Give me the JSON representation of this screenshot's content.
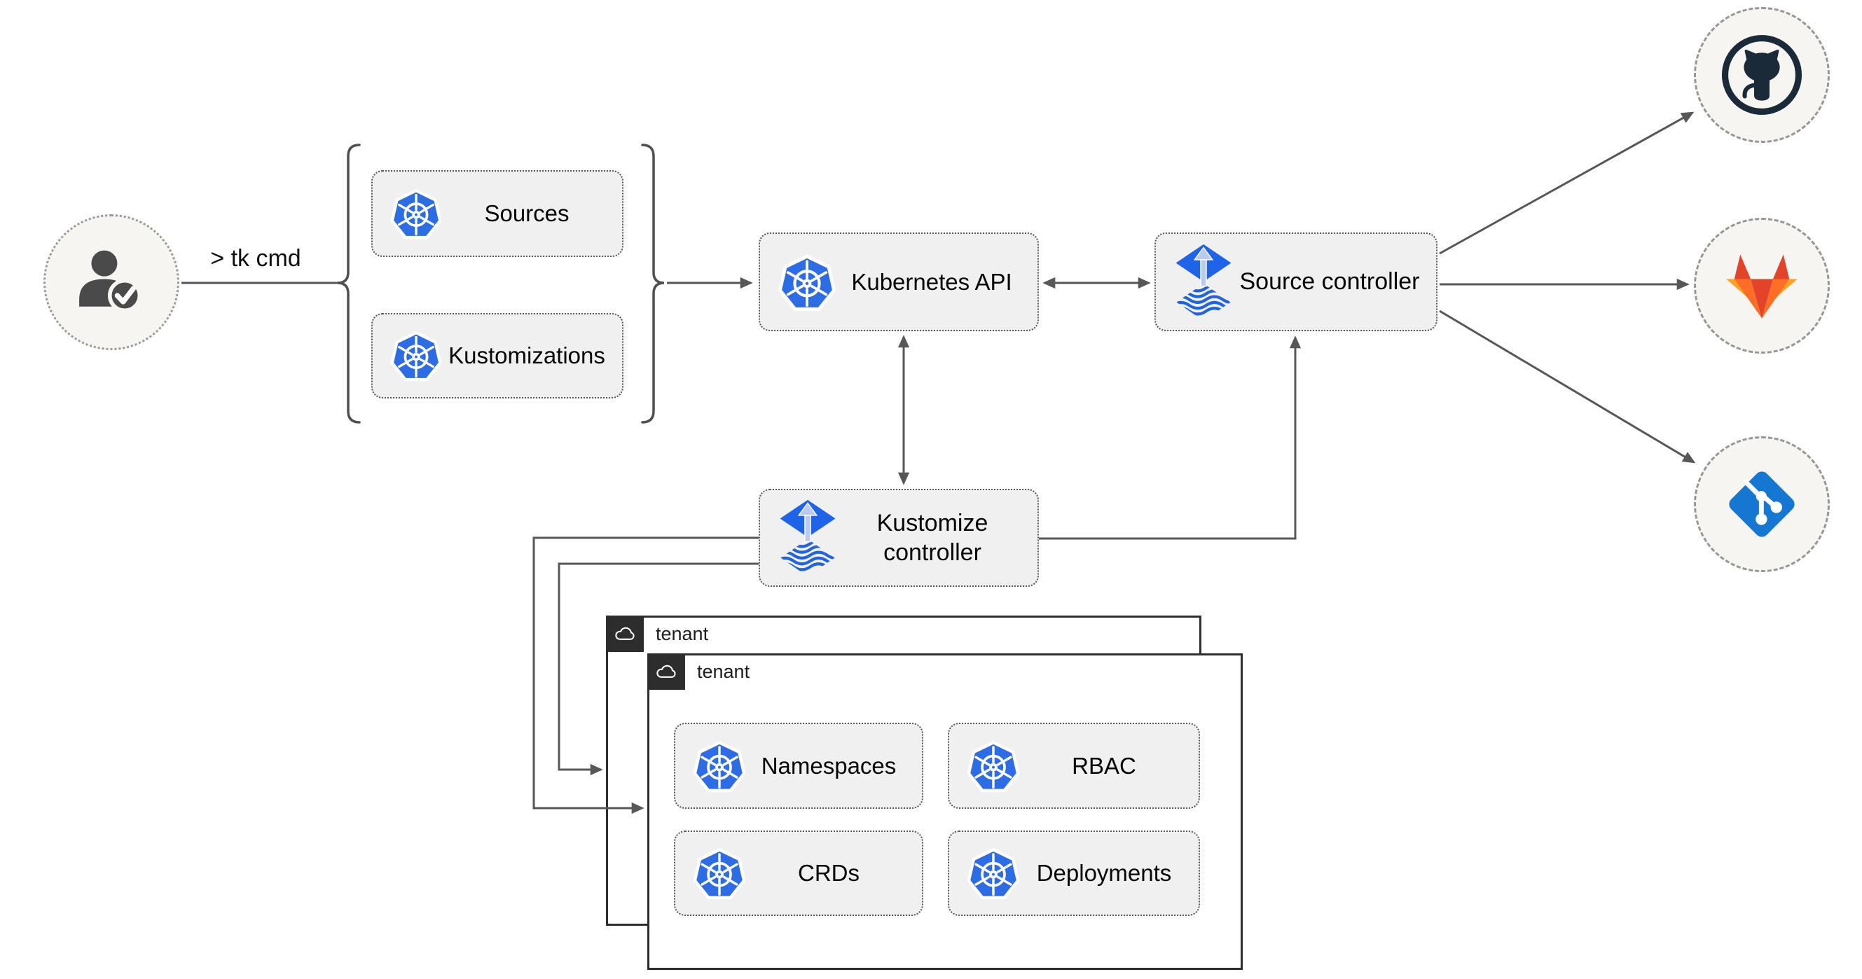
{
  "user": {
    "icon": "user-check-icon",
    "command_label": "> tk cmd"
  },
  "crd_group": {
    "items": [
      {
        "icon": "kubernetes-icon",
        "label": "Sources"
      },
      {
        "icon": "kubernetes-icon",
        "label": "Kustomizations"
      }
    ]
  },
  "nodes": {
    "kubernetes_api": {
      "icon": "kubernetes-icon",
      "label": "Kubernetes API"
    },
    "source_controller": {
      "icon": "flux-icon",
      "label": "Source controller"
    },
    "kustomize_controller": {
      "icon": "flux-icon",
      "label": "Kustomize controller"
    }
  },
  "git_providers": [
    {
      "icon": "github-icon"
    },
    {
      "icon": "gitlab-icon"
    },
    {
      "icon": "git-icon"
    }
  ],
  "tenants": {
    "back": {
      "icon": "cloud-icon",
      "label": "tenant"
    },
    "front": {
      "icon": "cloud-icon",
      "label": "tenant",
      "resources": [
        {
          "icon": "kubernetes-icon",
          "label": "Namespaces"
        },
        {
          "icon": "kubernetes-icon",
          "label": "RBAC"
        },
        {
          "icon": "kubernetes-icon",
          "label": "CRDs"
        },
        {
          "icon": "kubernetes-icon",
          "label": "Deployments"
        }
      ]
    }
  },
  "colors": {
    "kubernetes_blue": "#2e6ce6",
    "flux_blue": "#1e63e8",
    "flux_light_arrow": "#bccaf2",
    "flux_wave_blue": "#2363de",
    "git_blue": "#1577d2",
    "github_dark": "#1b2a38",
    "gitlab_red": "#e24329",
    "gitlab_orange": "#fc6d26",
    "gitlab_light_orange": "#fca326",
    "connector_gray": "#575757",
    "node_fill": "#f0f0f0",
    "circle_fill": "#f7f5f1",
    "tenant_border": "#2d2d2d",
    "background": "#ffffff"
  }
}
